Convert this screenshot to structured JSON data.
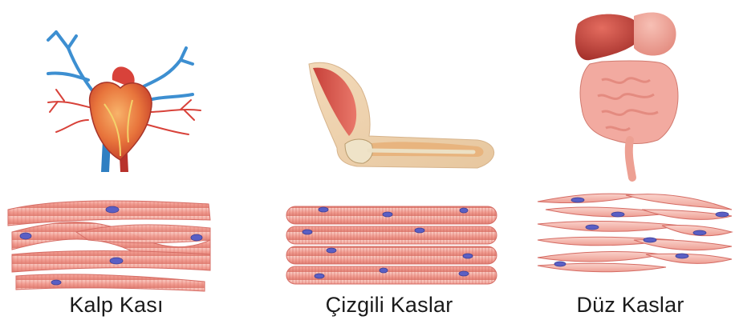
{
  "panels": [
    {
      "organ_icon": "heart-icon",
      "tissue": "cardiac-muscle-fibers",
      "label": "Kalp Kası"
    },
    {
      "organ_icon": "arm-elbow-icon",
      "tissue": "skeletal-muscle-fibers",
      "label": "Çizgili Kaslar"
    },
    {
      "organ_icon": "digestive-organs-icon",
      "tissue": "smooth-muscle-cells",
      "label": "Düz Kaslar"
    }
  ],
  "colors": {
    "fiber_fill": "#f4a9a0",
    "fiber_edge": "#d56b63",
    "nucleus": "#5a5fc4",
    "vessel_blue": "#3d8fd1",
    "vessel_red": "#d8423a"
  }
}
